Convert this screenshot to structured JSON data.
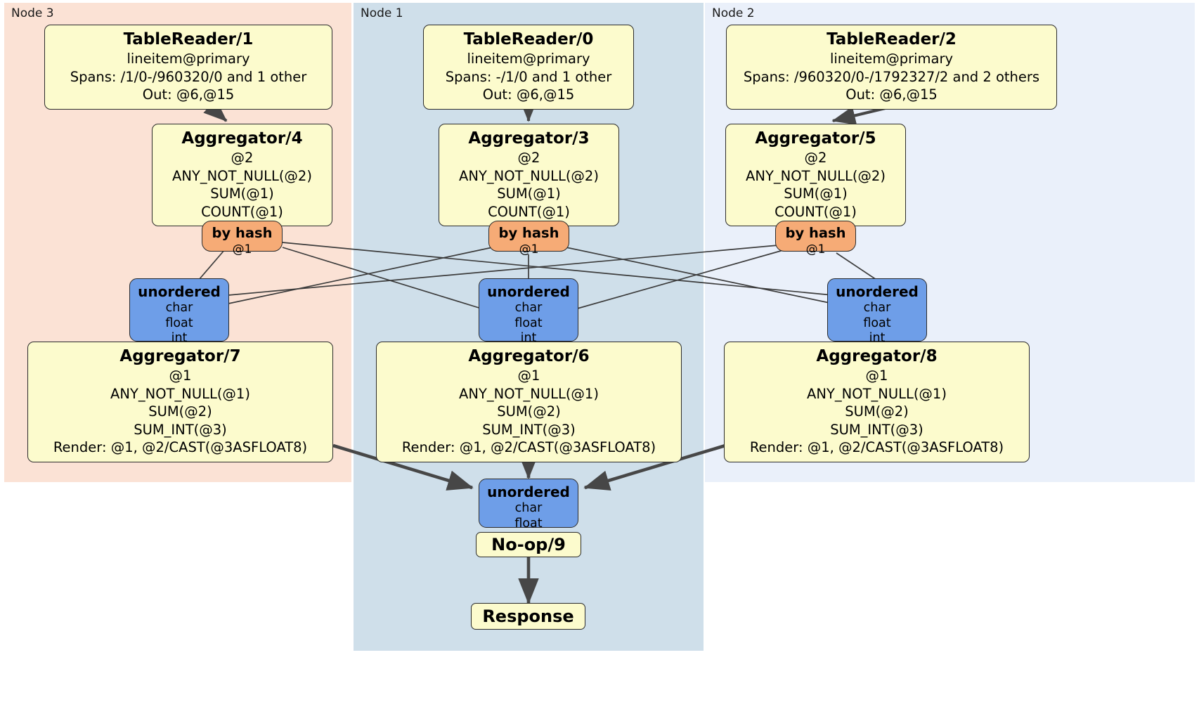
{
  "diagram": {
    "title": "Distributed SQL query physical plan",
    "colors": {
      "node3_panel": "#fbe2d5",
      "node1_panel": "#cfdfea",
      "node2_panel": "#eaf0fa",
      "processor_box": "#fcfbcd",
      "hash_router": "#f6ab76",
      "receiver": "#6e9ee8",
      "edge": "#474747",
      "border": "#2b2b2b"
    }
  },
  "nodes": [
    {
      "id": "node3",
      "label": "Node 3"
    },
    {
      "id": "node1",
      "label": "Node 1"
    },
    {
      "id": "node2",
      "label": "Node 2"
    }
  ],
  "processors": {
    "table_reader_1": {
      "title": "TableReader/1",
      "lines": [
        "lineitem@primary",
        "Spans: /1/0-/960320/0 and 1 other",
        "Out: @6,@15"
      ]
    },
    "table_reader_0": {
      "title": "TableReader/0",
      "lines": [
        "lineitem@primary",
        "Spans: -/1/0 and 1 other",
        "Out: @6,@15"
      ]
    },
    "table_reader_2": {
      "title": "TableReader/2",
      "lines": [
        "lineitem@primary",
        "Spans: /960320/0-/1792327/2 and 2 others",
        "Out: @6,@15"
      ]
    },
    "aggregator_4": {
      "title": "Aggregator/4",
      "lines": [
        "@2",
        "ANY_NOT_NULL(@2)",
        "SUM(@1)",
        "COUNT(@1)"
      ]
    },
    "aggregator_3": {
      "title": "Aggregator/3",
      "lines": [
        "@2",
        "ANY_NOT_NULL(@2)",
        "SUM(@1)",
        "COUNT(@1)"
      ]
    },
    "aggregator_5": {
      "title": "Aggregator/5",
      "lines": [
        "@2",
        "ANY_NOT_NULL(@2)",
        "SUM(@1)",
        "COUNT(@1)"
      ]
    },
    "aggregator_7": {
      "title": "Aggregator/7",
      "lines": [
        "@1",
        "ANY_NOT_NULL(@1)",
        "SUM(@2)",
        "SUM_INT(@3)",
        "Render: @1, @2/CAST(@3ASFLOAT8)"
      ]
    },
    "aggregator_6": {
      "title": "Aggregator/6",
      "lines": [
        "@1",
        "ANY_NOT_NULL(@1)",
        "SUM(@2)",
        "SUM_INT(@3)",
        "Render: @1, @2/CAST(@3ASFLOAT8)"
      ]
    },
    "aggregator_8": {
      "title": "Aggregator/8",
      "lines": [
        "@1",
        "ANY_NOT_NULL(@1)",
        "SUM(@2)",
        "SUM_INT(@3)",
        "Render: @1, @2/CAST(@3ASFLOAT8)"
      ]
    },
    "noop_9": {
      "title": "No-op/9"
    },
    "response": {
      "title": "Response"
    }
  },
  "routers": {
    "by_hash_left": {
      "title": "by hash",
      "sub": "@1"
    },
    "by_hash_center": {
      "title": "by hash",
      "sub": "@1"
    },
    "by_hash_right": {
      "title": "by hash",
      "sub": "@1"
    }
  },
  "receivers": {
    "unordered_left": {
      "title": "unordered",
      "types": [
        "char",
        "float",
        "int"
      ]
    },
    "unordered_center": {
      "title": "unordered",
      "types": [
        "char",
        "float",
        "int"
      ]
    },
    "unordered_right": {
      "title": "unordered",
      "types": [
        "char",
        "float",
        "int"
      ]
    },
    "unordered_final": {
      "title": "unordered",
      "types": [
        "char",
        "float"
      ]
    }
  }
}
